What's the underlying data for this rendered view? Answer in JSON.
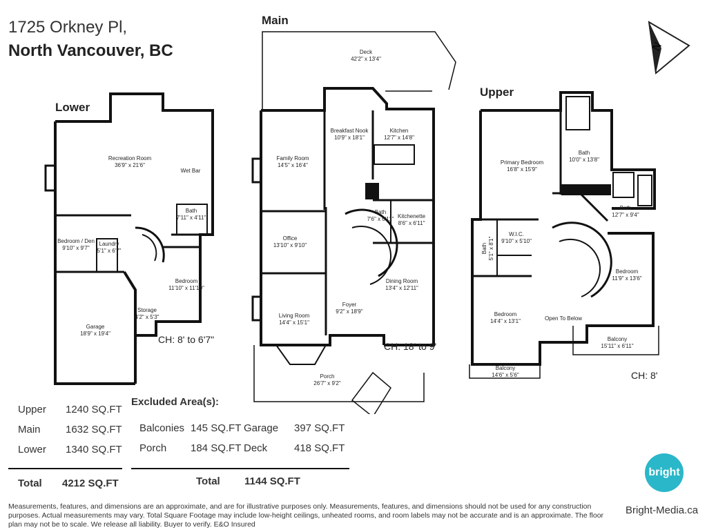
{
  "address": {
    "line1": "1725 Orkney Pl,",
    "line2": "North Vancouver, BC"
  },
  "floors": {
    "lower": "Lower",
    "main": "Main",
    "upper": "Upper"
  },
  "compass_letter": "N",
  "rooms": {
    "lower": [
      {
        "name": "Recreation Room",
        "dim": "36'9\" x 21'6\""
      },
      {
        "name": "Wet Bar",
        "dim": ""
      },
      {
        "name": "Bath",
        "dim": "7'11\" x 4'11\""
      },
      {
        "name": "Bedroom / Den",
        "dim": "9'10\" x 9'7\""
      },
      {
        "name": "Laundry",
        "dim": "5'1\" x 6'7\""
      },
      {
        "name": "Bedroom",
        "dim": "11'10\" x 11'10\""
      },
      {
        "name": "Storage",
        "dim": "4'2\" x 5'3\""
      },
      {
        "name": "Garage",
        "dim": "18'9\" x 19'4\""
      }
    ],
    "main": [
      {
        "name": "Deck",
        "dim": "42'2\" x 13'4\""
      },
      {
        "name": "Breakfast Nook",
        "dim": "10'9\" x 18'1\""
      },
      {
        "name": "Kitchen",
        "dim": "12'7\" x 14'8\""
      },
      {
        "name": "Family Room",
        "dim": "14'5\" x 16'4\""
      },
      {
        "name": "Bath",
        "dim": "7'6\" x 6'11\""
      },
      {
        "name": "Kitchenette",
        "dim": "8'6\" x 6'11\""
      },
      {
        "name": "Office",
        "dim": "13'10\" x 9'10\""
      },
      {
        "name": "Dining Room",
        "dim": "13'4\" x 12'11\""
      },
      {
        "name": "Foyer",
        "dim": "9'2\" x 18'9\""
      },
      {
        "name": "Living Room",
        "dim": "14'4\" x 15'1\""
      },
      {
        "name": "Porch",
        "dim": "26'7\" x 9'2\""
      }
    ],
    "upper": [
      {
        "name": "Primary Bedroom",
        "dim": "16'8\" x 15'9\""
      },
      {
        "name": "Bath",
        "dim": "10'0\" x 13'8\""
      },
      {
        "name": "Bath",
        "dim": "12'7\" x 9'4\""
      },
      {
        "name": "W.I.C.",
        "dim": "9'10\" x 5'10\""
      },
      {
        "name": "Bath",
        "dim": "5'1\" x 8'1\""
      },
      {
        "name": "Bedroom",
        "dim": "11'9\" x 13'6\""
      },
      {
        "name": "Bedroom",
        "dim": "14'4\" x 13'1\""
      },
      {
        "name": "Open To Below",
        "dim": ""
      },
      {
        "name": "Balcony",
        "dim": "15'11\" x 6'11\""
      },
      {
        "name": "Balcony",
        "dim": "14'6\" x 5'6\""
      }
    ]
  },
  "ceiling_heights": {
    "lower": "CH: 8' to 6'7\"",
    "main": "CH: 18' to 9'",
    "upper": "CH: 8'"
  },
  "areas": [
    {
      "name": "Upper",
      "value": "1240 SQ.FT"
    },
    {
      "name": "Main",
      "value": "1632 SQ.FT"
    },
    {
      "name": "Lower",
      "value": "1340 SQ.FT"
    }
  ],
  "total": {
    "label": "Total",
    "value": "4212 SQ.FT"
  },
  "excluded": {
    "title": "Excluded Area(s):",
    "items": [
      {
        "name": "Balconies",
        "value": "145 SQ.FT"
      },
      {
        "name": "Garage",
        "value": "397 SQ.FT"
      },
      {
        "name": "Porch",
        "value": "184 SQ.FT"
      },
      {
        "name": "Deck",
        "value": "418 SQ.FT"
      }
    ],
    "total_label": "Total",
    "total_value": "1144 SQ.FT"
  },
  "disclaimer": "Measurements, features, and dimensions are an approximate, and are for illustrative purposes only. Measurements, features, and dimensions should not be used for any construction purposes. Actual measurements may vary. Total Square Footage may include low-height ceilings, unheated rooms, and room labels may not be accurate and is an approximate. The floor plan may not be to scale. We release all liability. Buyer to verify. E&O Insured",
  "brand": {
    "logo_text": "bright",
    "website": "Bright-Media.ca",
    "color": "#2ab7c9"
  }
}
